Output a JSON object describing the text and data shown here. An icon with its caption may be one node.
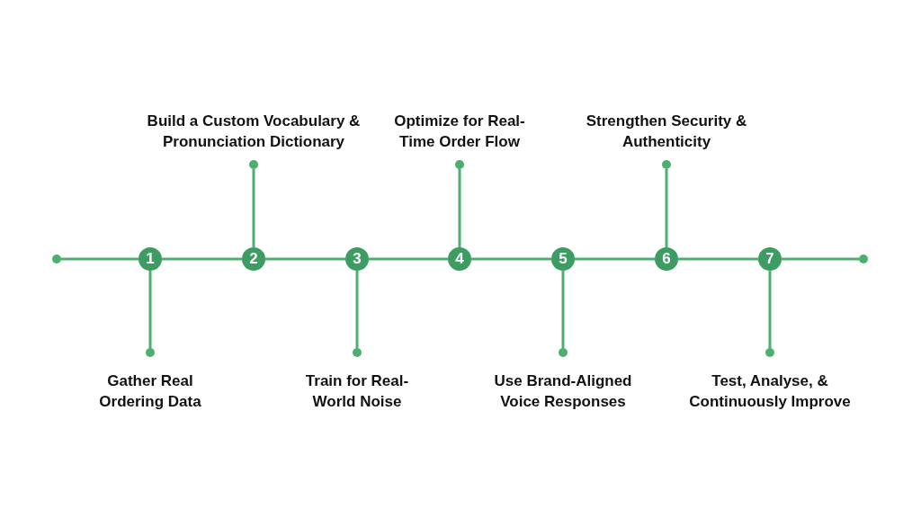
{
  "diagram": {
    "nodes": [
      {
        "text": [],
        "shape": "circle"
      },
      {
        "text": [
          "1"
        ]
      },
      {
        "text": [],
        "shape": "circle",
        "beside": [
          "Gather Real Ordering Data"
        ]
      },
      {
        "text": [
          "2"
        ]
      },
      {
        "text": [],
        "shape": "circle",
        "beside": [
          "Build a Custom Vocabulary & Pronunciation Dictionary"
        ]
      },
      {
        "text": [
          "3"
        ]
      },
      {
        "text": [],
        "shape": "circle",
        "beside": [
          "Train for Real-World Noise"
        ]
      },
      {
        "text": [
          "4"
        ]
      },
      {
        "text": [],
        "shape": "circle",
        "beside": [
          "Optimize for Real-Time Order Flow"
        ]
      },
      {
        "text": [
          "5"
        ]
      },
      {
        "text": [],
        "shape": "circle",
        "beside": [
          "Use Brand-Aligned Voice Responses"
        ]
      },
      {
        "text": [
          "6"
        ]
      },
      {
        "text": [],
        "shape": "circle",
        "beside": [
          "Strengthen Security & Authenticity"
        ]
      },
      {
        "text": [
          "7"
        ]
      },
      {
        "text": [],
        "shape": "circle",
        "beside": [
          "Test, Analyse, & Continuously Improve"
        ]
      },
      {
        "text": [],
        "shape": "circle"
      }
    ],
    "edges": [
      {
        "from": 0,
        "to": 1,
        "arrow": "none"
      },
      {
        "from": 1,
        "to": 3,
        "arrow": "none"
      },
      {
        "from": 3,
        "to": 5,
        "arrow": "none"
      },
      {
        "from": 5,
        "to": 7,
        "arrow": "none"
      },
      {
        "from": 7,
        "to": 9,
        "arrow": "none"
      },
      {
        "from": 9,
        "to": 11,
        "arrow": "none"
      },
      {
        "from": 11,
        "to": 13,
        "arrow": "none"
      },
      {
        "from": 13,
        "to": 15,
        "arrow": "none"
      },
      {
        "from": 1,
        "to": 2,
        "arrow": "none"
      },
      {
        "from": 3,
        "to": 4,
        "arrow": "none"
      },
      {
        "from": 5,
        "to": 6,
        "arrow": "none"
      },
      {
        "from": 7,
        "to": 8,
        "arrow": "none"
      },
      {
        "from": 9,
        "to": 10,
        "arrow": "none"
      },
      {
        "from": 11,
        "to": 12,
        "arrow": "none"
      },
      {
        "from": 13,
        "to": 14,
        "arrow": "none"
      }
    ]
  }
}
